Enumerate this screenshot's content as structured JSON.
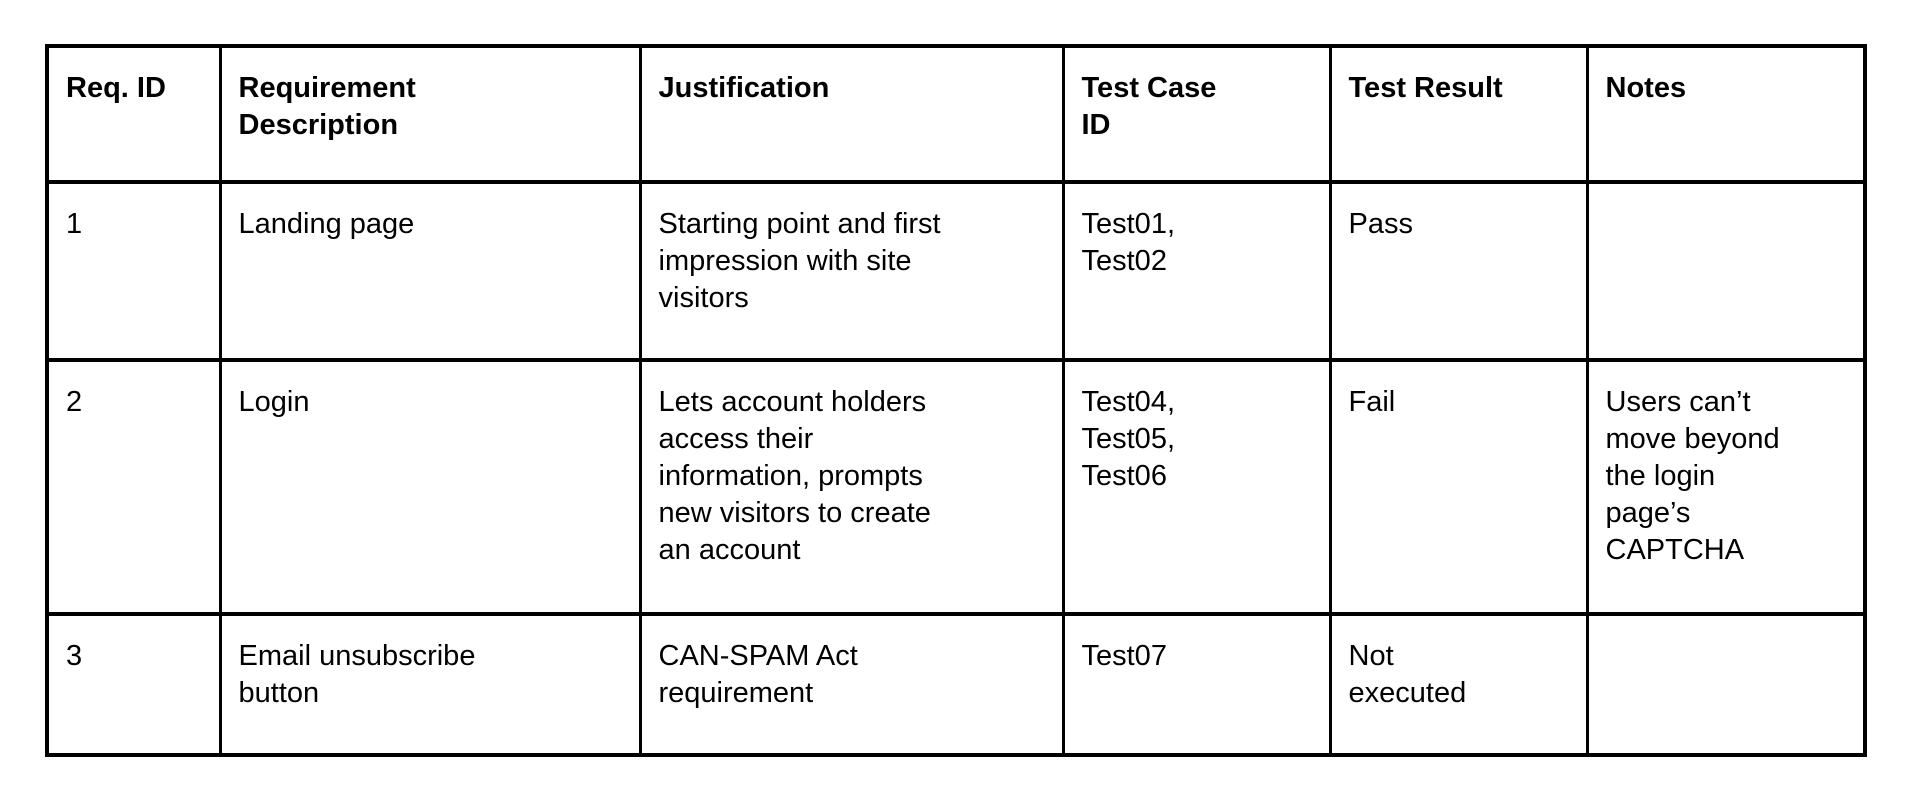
{
  "document": {
    "background_color": "#ffffff",
    "text_color": "#000000",
    "border_color": "#000000"
  },
  "table": {
    "headers": [
      {
        "id": "req_id",
        "label": "Req. ID"
      },
      {
        "id": "description",
        "label": "Requirement\nDescription"
      },
      {
        "id": "justification",
        "label": "Justification"
      },
      {
        "id": "test_case_id",
        "label": "Test Case\nID"
      },
      {
        "id": "test_result",
        "label": "Test Result"
      },
      {
        "id": "notes",
        "label": "Notes"
      }
    ],
    "rows": [
      {
        "req_id": "1",
        "description": "Landing page",
        "justification": "Starting point and first\nimpression with site\nvisitors",
        "test_case_id": "Test01,\nTest02",
        "test_result": "Pass",
        "notes": ""
      },
      {
        "req_id": "2",
        "description": "Login",
        "justification": "Lets account holders\naccess their\ninformation, prompts\nnew visitors to create\nan account",
        "test_case_id": "Test04,\nTest05,\nTest06",
        "test_result": "Fail",
        "notes": "Users can’t\nmove beyond\nthe login\npage’s\nCAPTCHA"
      },
      {
        "req_id": "3",
        "description": "Email unsubscribe\nbutton",
        "justification": "CAN-SPAM Act\nrequirement",
        "test_case_id": "Test07",
        "test_result": "Not\nexecuted",
        "notes": ""
      }
    ]
  }
}
